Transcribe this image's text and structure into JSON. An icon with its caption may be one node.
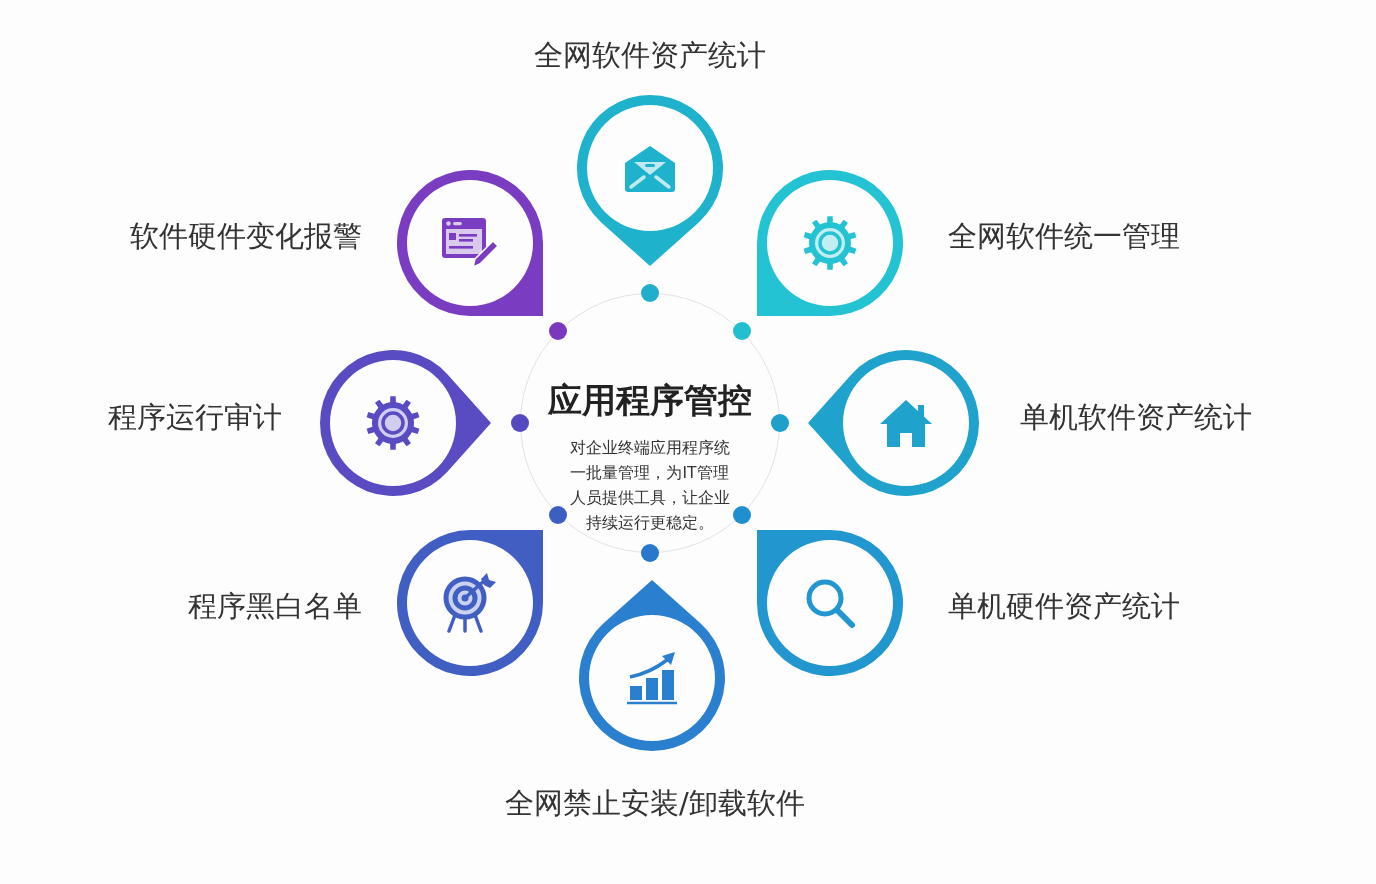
{
  "diagram": {
    "nodes": [
      {
        "text": [
          "应用程序管控",
          "对企业终端应用程序统一批量管理，为IT管理人员提供工具，让企业持续运行更稳定。"
        ]
      },
      {
        "text": [
          "全网软件资产统计"
        ]
      },
      {
        "text": [
          "全网软件统一管理"
        ]
      },
      {
        "text": [
          "单机软件资产统计"
        ]
      },
      {
        "text": [
          "单机硬件资产统计"
        ]
      },
      {
        "text": [
          "全网禁止安装/卸载软件"
        ]
      },
      {
        "text": [
          "程序黑白名单"
        ]
      },
      {
        "text": [
          "程序运行审计"
        ]
      },
      {
        "text": [
          "软件硬件变化报警"
        ]
      }
    ]
  }
}
